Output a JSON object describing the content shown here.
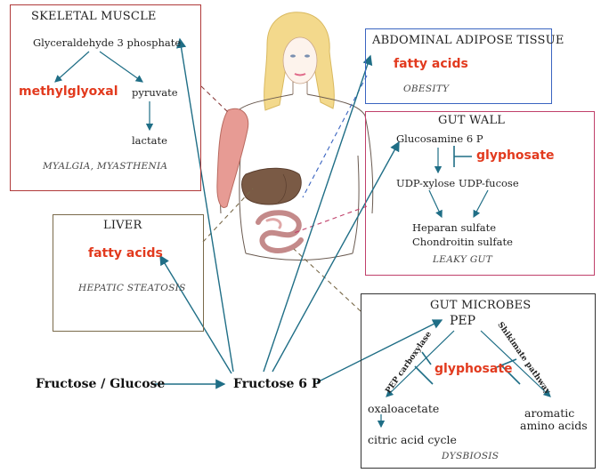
{
  "skeletal_muscle": {
    "title": "SKELETAL MUSCLE",
    "glyceraldehyde": "Glyceraldehyde 3 phosphate",
    "methylglyoxal": "methylglyoxal",
    "pyruvate": "pyruvate",
    "lactate": "lactate",
    "condition": "MYALGIA, MYASTHENIA"
  },
  "adipose": {
    "title": "ABDOMINAL ADIPOSE TISSUE",
    "fatty_acids": "fatty acids",
    "condition": "OBESITY"
  },
  "gut_wall": {
    "title": "GUT WALL",
    "glucosamine": "Glucosamine 6 P",
    "glyphosate": "glyphosate",
    "udp_xylose": "UDP-xylose",
    "udp_fucose": "UDP-fucose",
    "heparan": "Heparan sulfate",
    "chondroitin": "Chondroitin sulfate",
    "condition": "LEAKY GUT"
  },
  "liver": {
    "title": "LIVER",
    "fatty_acids": "fatty acids",
    "condition": "HEPATIC STEATOSIS"
  },
  "gut_microbes": {
    "title": "GUT MICROBES",
    "pep": "PEP",
    "pep_carboxylase": "PEP carboxylase",
    "shikimate": "Shikimate pathway",
    "glyphosate": "glyphosate",
    "oxaloacetate": "oxaloacetate",
    "citric": "citric acid cycle",
    "aromatic_1": "aromatic",
    "aromatic_2": "amino acids",
    "condition": "DYSBIOSIS"
  },
  "main": {
    "fructose_glucose": "Fructose / Glucose",
    "fructose6p": "Fructose 6 P"
  },
  "colors": {
    "arrow": "#1f6e86",
    "highlight": "#e23a1e",
    "muscle_border": "#b03a3a",
    "adipose_border": "#3a64c0",
    "gut_wall_border": "#c0406a",
    "liver_border": "#7a6a4a",
    "microbes_border": "#333333"
  }
}
